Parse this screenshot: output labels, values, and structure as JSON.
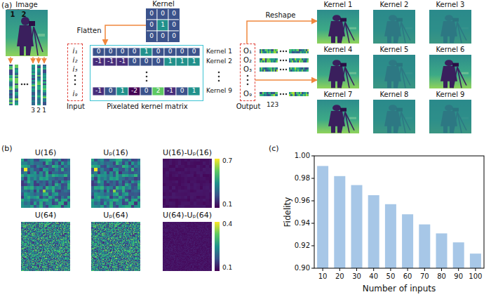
{
  "diagram": {
    "nodes": [
      {
        "text": [
          "Image"
        ]
      },
      {
        "text": [
          "Kernel"
        ]
      },
      {
        "text": [
          "Input"
        ]
      },
      {
        "text": [
          "Pixelated kernel matrix"
        ]
      },
      {
        "text": [
          "Output"
        ]
      },
      {
        "text": [
          "Kernel 1"
        ]
      },
      {
        "text": [
          "Kernel 2"
        ]
      },
      {
        "text": [
          "Kernel 3"
        ]
      },
      {
        "text": [
          "Kernel 4"
        ]
      },
      {
        "text": [
          "Kernel 5"
        ]
      },
      {
        "text": [
          "Kernel 6"
        ]
      },
      {
        "text": [
          "Kernel 7"
        ]
      },
      {
        "text": [
          "Kernel 8"
        ]
      },
      {
        "text": [
          "Kernel 9"
        ]
      }
    ],
    "edges": [
      {
        "from": 1,
        "to": 3,
        "arrow": "to",
        "label": "Flatten"
      },
      {
        "from": 4,
        "to": 5,
        "arrow": "to",
        "label": "Reshape"
      },
      {
        "from": 4,
        "to": 8,
        "arrow": "to"
      }
    ],
    "labels": [
      "(a)",
      "1",
      "2",
      "3",
      "2",
      "1",
      "i₁",
      "i₂",
      "i₃",
      "i₉",
      "0",
      "0",
      "0",
      "0",
      "1",
      "0",
      "0",
      "0",
      "0",
      "0",
      "0",
      "0",
      "0",
      "1",
      "0",
      "0",
      "0",
      "0",
      "-1",
      "-1",
      "-1",
      "0",
      "0",
      "0",
      "1",
      "1",
      "1",
      "-1",
      "0",
      "1",
      "-2",
      "0",
      "2",
      "-1",
      "0",
      "1",
      "Kernel 1",
      "Kernel 2",
      "Kernel 9",
      "O₁",
      "O₂",
      "O₃",
      "O₉",
      "123",
      "(b)",
      "U(16)",
      "Uₚ(16)",
      "U(16)-Uₚ(16)",
      "U(64)",
      "Uₚ(64)",
      "U(64)-Uₚ(64)",
      "0.7",
      "0.1",
      "0.4",
      "0.1",
      "(c)",
      "Fidelity",
      "Number of inputs",
      "1.00",
      "0.98",
      "0.96",
      "0.94",
      "0.92",
      "0.90",
      "10",
      "20",
      "30",
      "40",
      "50",
      "60",
      "70",
      "80",
      "90",
      "100"
    ]
  }
}
